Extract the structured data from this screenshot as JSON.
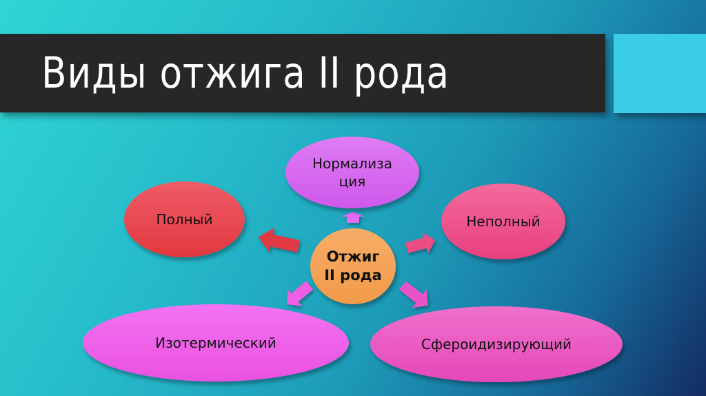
{
  "slide": {
    "title": "Виды отжига II рода"
  },
  "diagram": {
    "center": {
      "line1": "Отжиг",
      "line2": "II рода",
      "color": "#f5a257"
    },
    "nodes": [
      {
        "id": "normalization",
        "line1": "Нормализа",
        "line2": "ция",
        "color": "#d865f0"
      },
      {
        "id": "full",
        "label": "Полный",
        "color": "#e8414f"
      },
      {
        "id": "partial",
        "label": "Неполный",
        "color": "#ee4d8c"
      },
      {
        "id": "isothermal",
        "label": "Изотермический",
        "color": "#f062ea"
      },
      {
        "id": "spheroidizing",
        "label": "Сфероидизирующий",
        "color": "#ec52c2"
      }
    ],
    "arrows": [
      {
        "from": "center",
        "to": "normalization",
        "direction": "up",
        "color": "#e06af0"
      },
      {
        "from": "center",
        "to": "full",
        "direction": "left",
        "color": "#e23a45"
      },
      {
        "from": "center",
        "to": "partial",
        "direction": "right",
        "color": "#ec4d85"
      },
      {
        "from": "center",
        "to": "isothermal",
        "direction": "down-left",
        "color": "#ee5fe6"
      },
      {
        "from": "center",
        "to": "spheroidizing",
        "direction": "down-right",
        "color": "#ea52c8"
      }
    ]
  },
  "colors": {
    "title_bar": "#272727",
    "accent_box": "#3ccde6",
    "background_start": "#2fd6d4",
    "background_end": "#142c62"
  }
}
